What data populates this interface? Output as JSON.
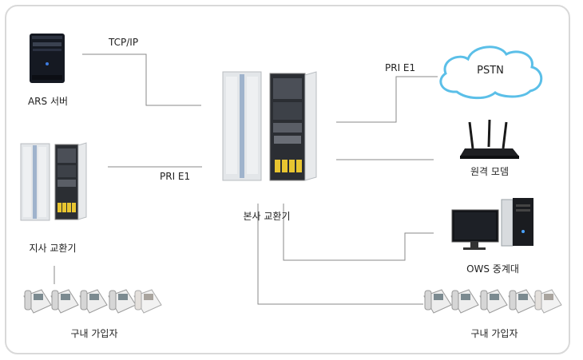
{
  "nodes": {
    "ars_server": "ARS 서버",
    "hq_exchange": "본사 교환기",
    "branch_exchange": "지사 교환기",
    "pstn": "PSTN",
    "remote_modem": "원격 모뎀",
    "ows_relay": "OWS 중계대",
    "subscribers_left": "구내 가입자",
    "subscribers_right": "구내 가입자"
  },
  "links": {
    "tcp_ip": "TCP/IP",
    "pri_e1_branch": "PRI E1",
    "pri_e1_pstn": "PRI E1"
  },
  "colors": {
    "line": "#8a8a8a",
    "cabinet": "#dfe3e6",
    "cabinet_stripe": "#9fb3cc",
    "cloud_stroke": "#5bbfe8",
    "border": "#d9d9d9"
  }
}
